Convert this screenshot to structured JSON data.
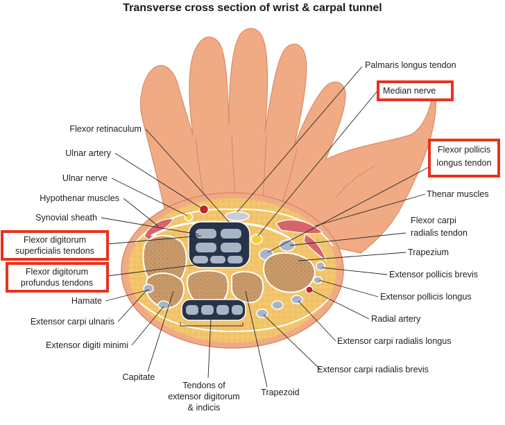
{
  "title": "Transverse cross section of wrist & carpal tunnel",
  "labels": {
    "palmaris_longus_tendon": "Palmaris longus tendon",
    "median_nerve": "Median nerve",
    "flexor_retinaculum": "Flexor retinaculum",
    "ulnar_artery": "Ulnar artery",
    "ulnar_nerve": "Ulnar nerve",
    "hypothenar_muscles": "Hypothenar muscles",
    "synovial_sheath": "Synovial sheath",
    "fds_line1": "Flexor digitorum",
    "fds_line2": "superficialis tendons",
    "fdp_line1": "Flexor digitorum",
    "fdp_line2": "profundus tendons",
    "hamate": "Hamate",
    "extensor_carpi_ulnaris": "Extensor carpi ulnaris",
    "extensor_digiti_minimi": "Extensor digiti minimi",
    "capitate": "Capitate",
    "ext_dig_line1": "Tendons of",
    "ext_dig_line2": "extensor digitorum",
    "ext_dig_line3": "& indicis",
    "trapezoid": "Trapezoid",
    "fpl_line1": "Flexor pollicis",
    "fpl_line2": "longus tendon",
    "thenar_muscles": "Thenar muscles",
    "fcr_line1": "Flexor carpi",
    "fcr_line2": "radialis tendon",
    "trapezium": "Trapezium",
    "extensor_pollicis_brevis": "Extensor pollicis brevis",
    "extensor_pollicis_longus": "Extensor pollicis longus",
    "radial_artery": "Radial artery",
    "ecrl": "Extensor carpi radialis longus",
    "ecrb": "Extensor carpi radialis brevis"
  },
  "colors": {
    "skin": "#f0ab85",
    "skin_shadow": "#d98a66",
    "fat": "#f2c56b",
    "bone": "#c99a6a",
    "tendon": "#a9b4c4",
    "sheath": "#27334a",
    "highlight": "#e8321e",
    "artery": "#c0262a",
    "nerve": "#f2d23a",
    "muscle": "#d6646a"
  }
}
